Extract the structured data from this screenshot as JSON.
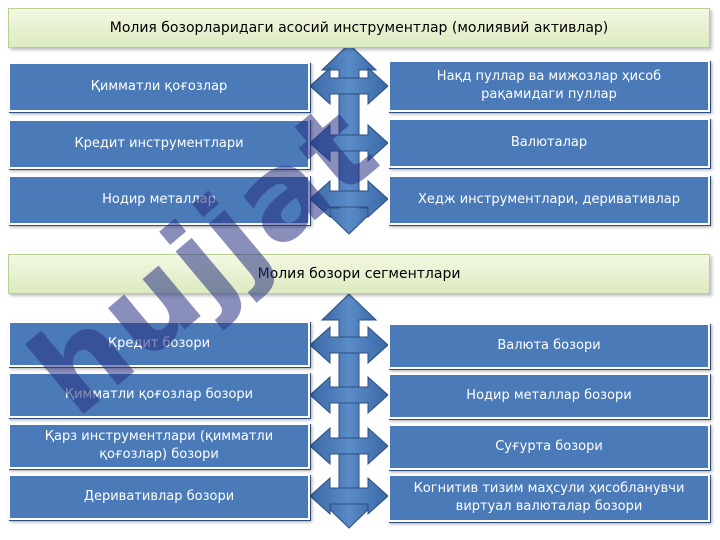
{
  "section1": {
    "title": "Молия бозорларидаги асосий инструментлар (молиявий активлар)",
    "left": [
      "Қимматли қоғозлар",
      "Кредит инструментлари",
      "Нодир металлар"
    ],
    "right": [
      "Нақд пуллар ва мижозлар ҳисоб рақамидаги пуллар",
      "Валюталар",
      "Хедж инструментлари, деривативлар"
    ]
  },
  "section2": {
    "title": "Молия бозори сегментлари",
    "left": [
      "Кредит бозори",
      "Қимматли қоғозлар бозори",
      "Қарз  инструментлари (қимматли қоғозлар) бозори",
      "Деривативлар бозори"
    ],
    "right": [
      "Валюта бозори",
      "Нодир металлар бозори",
      "Суғурта бозори",
      "Когнитив тизим маҳсули ҳисобланувчи виртуал валюталар бозори"
    ]
  },
  "watermark": "hujjat",
  "colors": {
    "box": "#4a7ab8",
    "arrow": "#4a7ab8",
    "header": "#e6f0d2",
    "watermark": "#283282"
  }
}
